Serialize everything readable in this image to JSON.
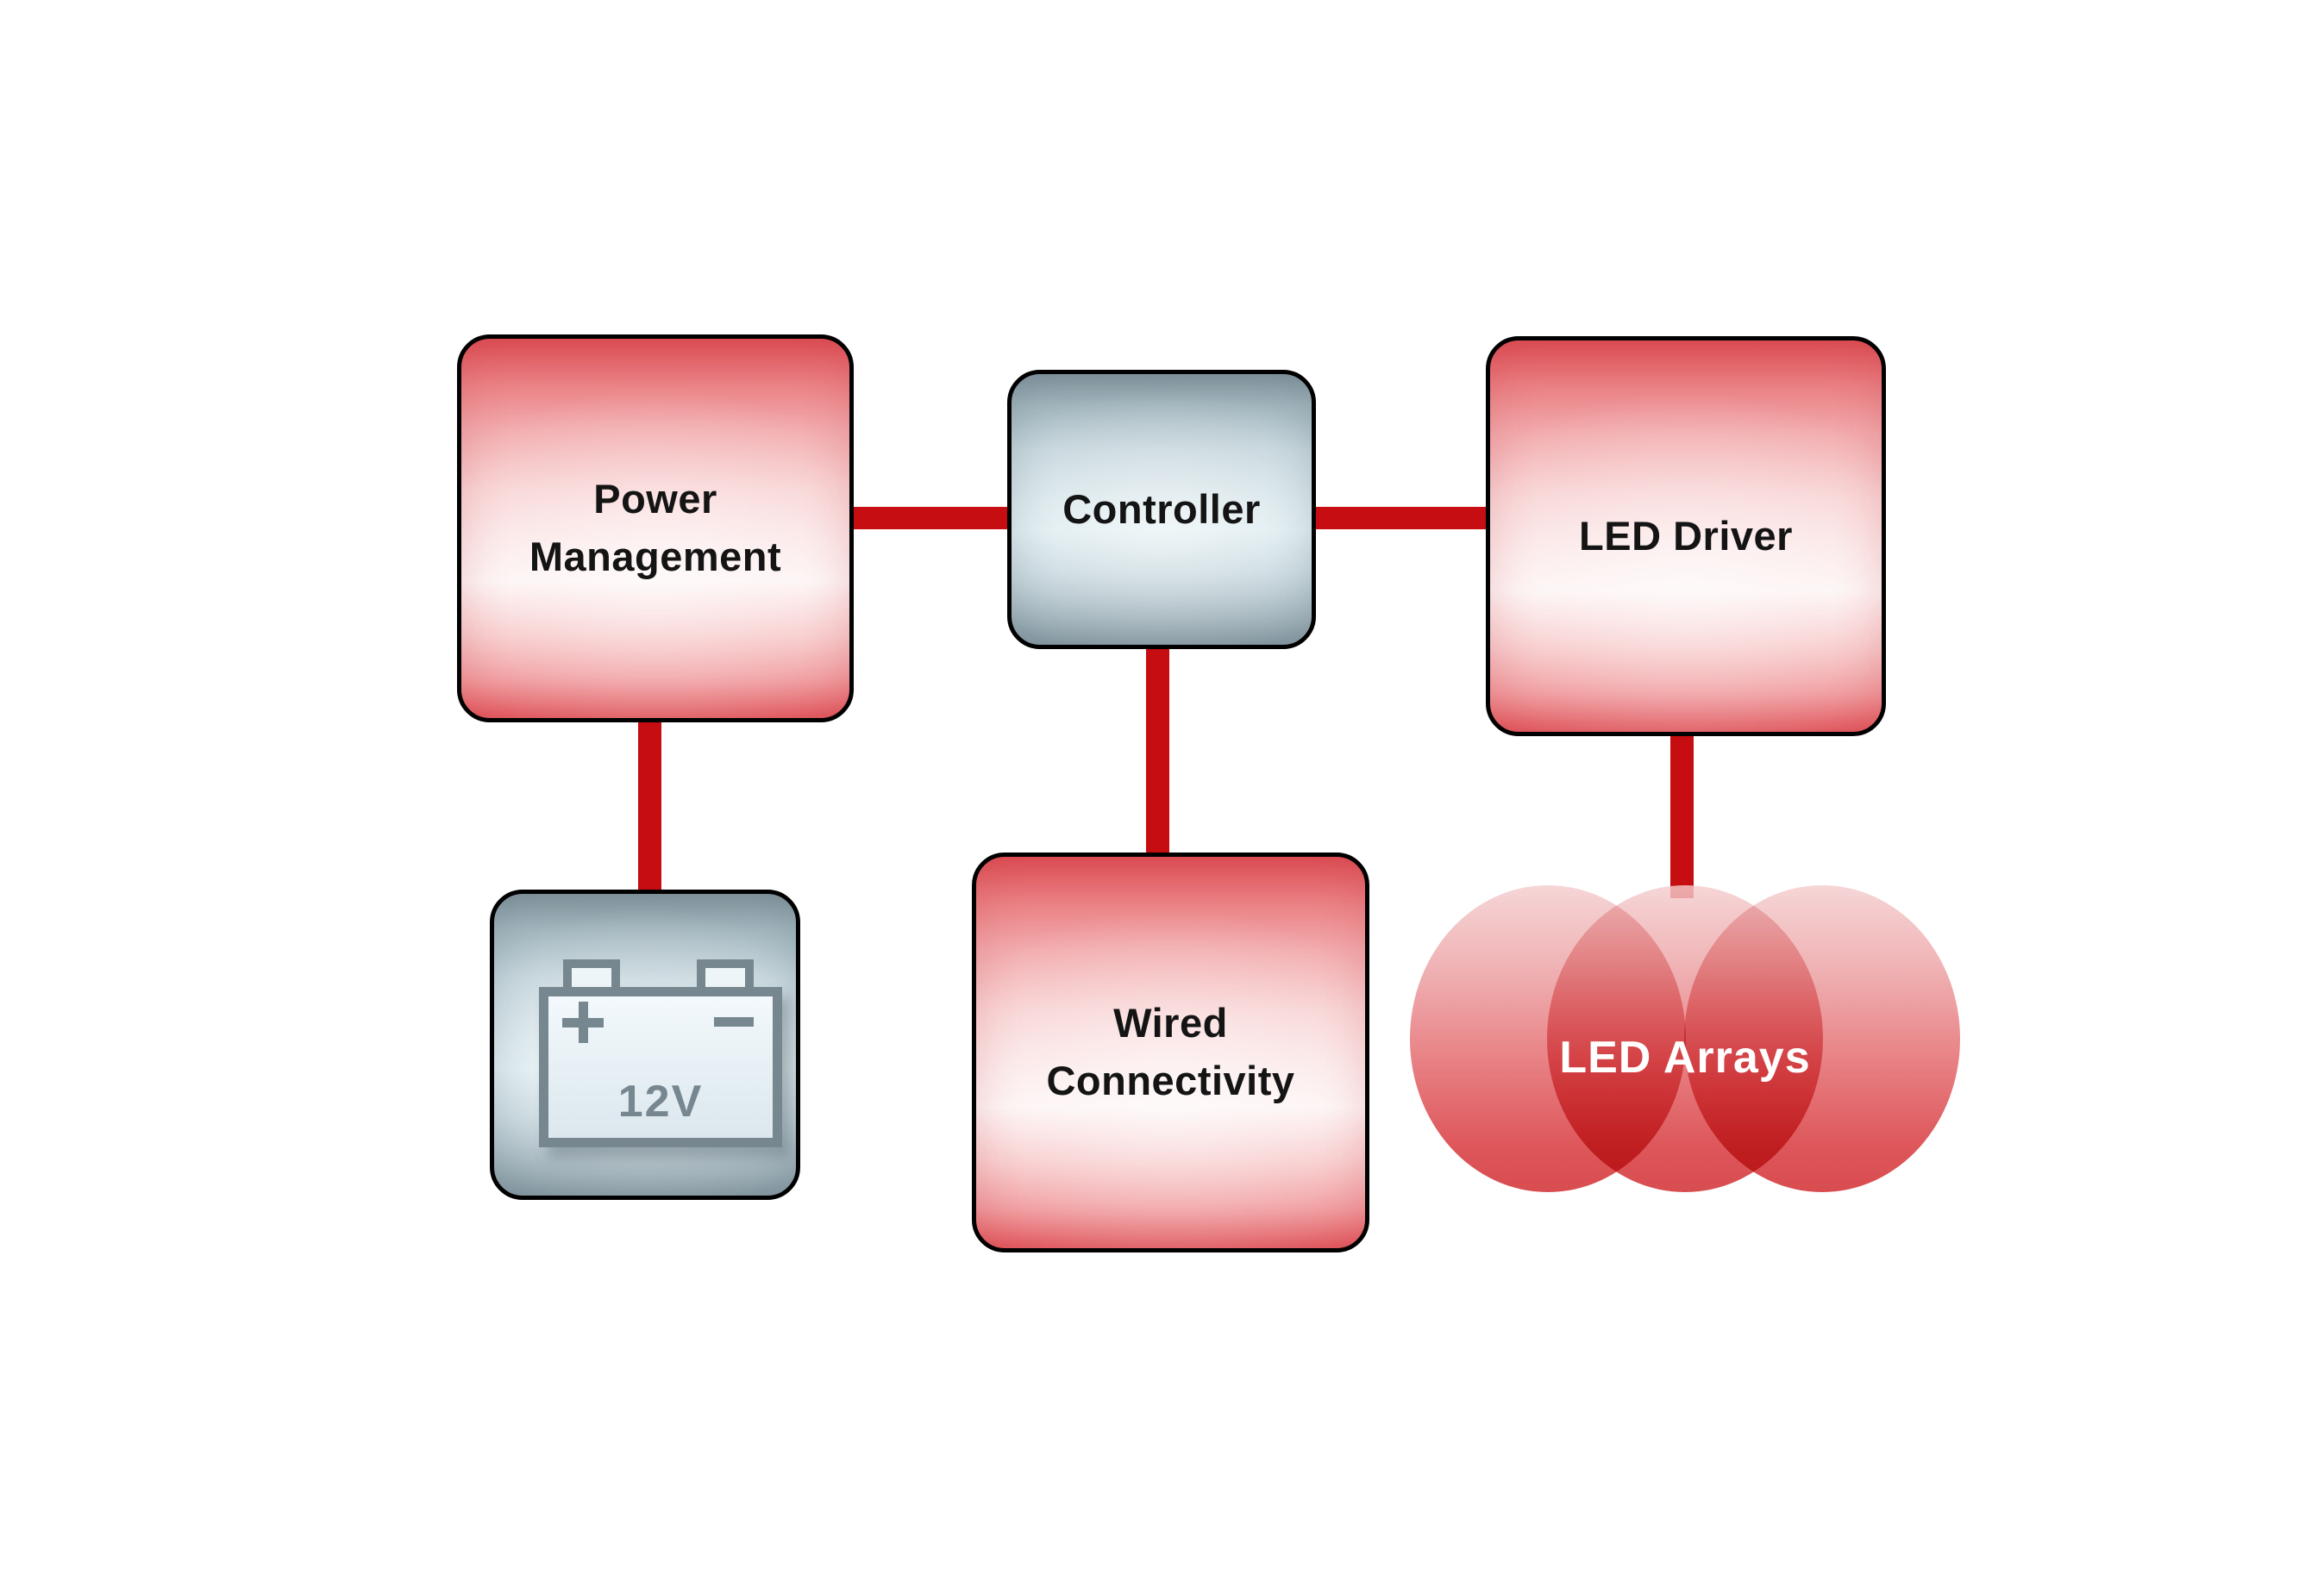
{
  "colors": {
    "background": "#ffffff",
    "connector_red": "#c60d11",
    "block_red_dark": "#dd5056",
    "block_red_light": "#fdf3f3",
    "block_gray_dark": "#84969f",
    "block_gray_light": "#dcebf0",
    "border_black": "#000000",
    "battery_icon_gray": "#76878f",
    "led_circle_red": "#d02428",
    "label_text": "#141414",
    "led_arrays_text": "#ffffff"
  },
  "blocks": {
    "power_management": {
      "label": "Power Management"
    },
    "controller": {
      "label": "Controller"
    },
    "led_driver": {
      "label": "LED Driver"
    },
    "wired_connectivity": {
      "label": "Wired Connectivity"
    },
    "led_arrays": {
      "label": "LED Arrays"
    },
    "battery": {
      "plus": "+",
      "minus": "−",
      "voltage": "12V"
    }
  },
  "connections": [
    {
      "from": "power_management",
      "to": "controller"
    },
    {
      "from": "controller",
      "to": "led_driver"
    },
    {
      "from": "power_management",
      "to": "battery"
    },
    {
      "from": "controller",
      "to": "wired_connectivity"
    },
    {
      "from": "led_driver",
      "to": "led_arrays"
    }
  ]
}
